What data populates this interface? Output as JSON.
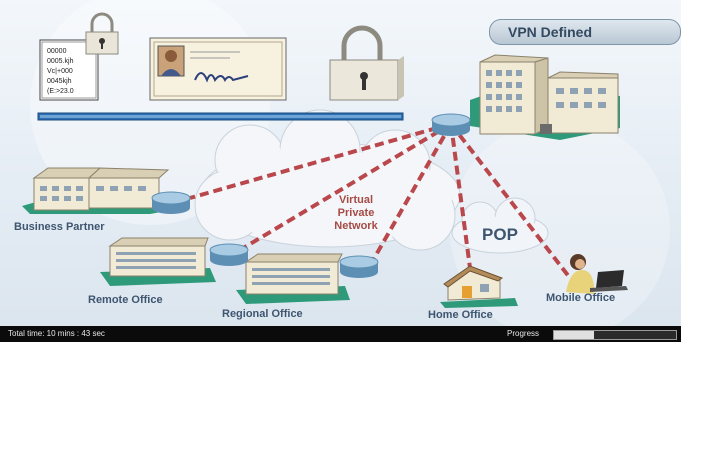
{
  "title": "VPN Defined",
  "id_card_lines": [
    "00000",
    "0005.kjh",
    "Vc|+000",
    "0045kjh",
    "(E:>23.0"
  ],
  "cloud_label": [
    "Virtual",
    "Private",
    "Network"
  ],
  "pop_label": "POP",
  "labels": {
    "business_partner": "Business Partner",
    "remote_office": "Remote Office",
    "regional_office": "Regional Office",
    "home_office": "Home Office",
    "mobile_office": "Mobile Office"
  },
  "status": {
    "total_time": "Total time:  10 mins : 43 sec",
    "progress_label": "Progress",
    "progress": 0.33
  },
  "colors": {
    "vpn_link": "#b9474b",
    "backbone": "#2d6fb3"
  }
}
